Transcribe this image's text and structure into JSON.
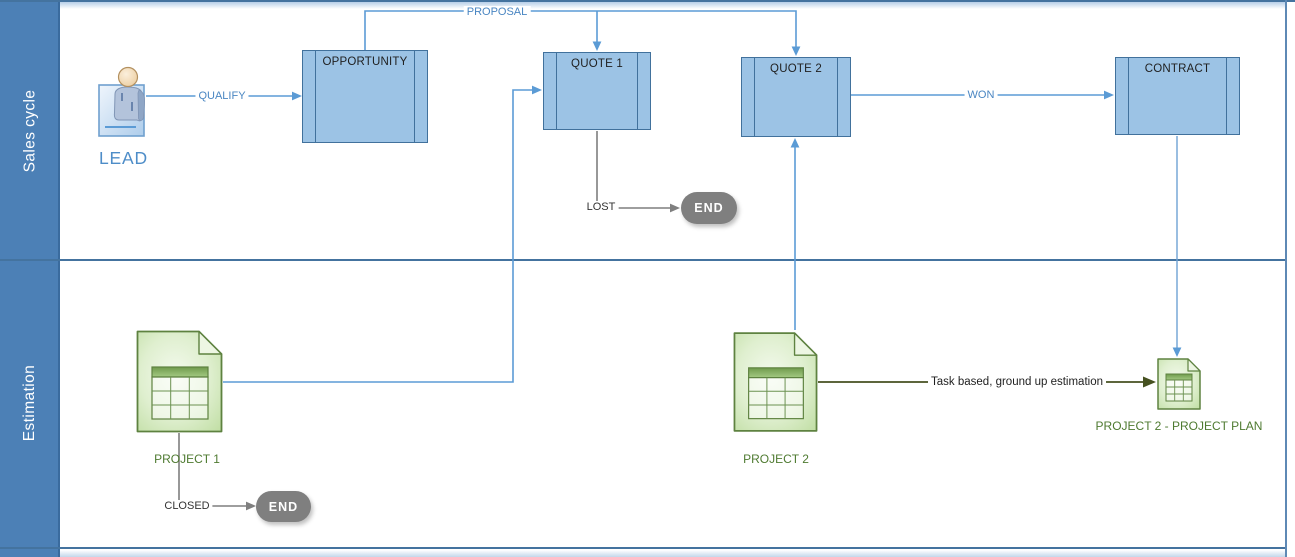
{
  "lanes": [
    {
      "label": "Sales cycle"
    },
    {
      "label": "Estimation"
    }
  ],
  "nodes": {
    "lead": {
      "label": "LEAD",
      "type": "person-icon"
    },
    "opportunity": {
      "label": "OPPORTUNITY",
      "type": "subprocess"
    },
    "quote1": {
      "label": "QUOTE 1",
      "type": "subprocess"
    },
    "quote2": {
      "label": "QUOTE 2",
      "type": "subprocess"
    },
    "contract": {
      "label": "CONTRACT",
      "type": "subprocess"
    },
    "project1": {
      "label": "PROJECT 1",
      "type": "document-icon"
    },
    "project2": {
      "label": "PROJECT 2",
      "type": "document-icon"
    },
    "project2_plan": {
      "label": "PROJECT 2 - PROJECT PLAN",
      "type": "document-icon"
    },
    "end_sales": {
      "label": "END",
      "type": "terminator"
    },
    "end_estimation": {
      "label": "END",
      "type": "terminator"
    }
  },
  "connectors": {
    "qualify": {
      "label": "QUALIFY",
      "from": "LEAD",
      "to": "OPPORTUNITY"
    },
    "proposal": {
      "label": "PROPOSAL",
      "from": "OPPORTUNITY",
      "to": "QUOTE 1 / QUOTE 2"
    },
    "won": {
      "label": "WON",
      "from": "QUOTE 2",
      "to": "CONTRACT"
    },
    "lost": {
      "label": "LOST",
      "from": "QUOTE 1",
      "to": "END"
    },
    "closed": {
      "label": "CLOSED",
      "from": "PROJECT 1",
      "to": "END"
    },
    "task_based": {
      "label": "Task based, ground up estimation",
      "from": "PROJECT 2",
      "to": "PROJECT 2 - PROJECT PLAN"
    }
  },
  "colors": {
    "lane_bar": "#4C80B6",
    "lane_border": "#3A6B9E",
    "process_fill": "#9CC3E5",
    "process_border": "#41719C",
    "connector_blue": "#5B9BD5",
    "connector_gray": "#7F7F7F",
    "connector_olive": "#465120",
    "document_fill": "#D9ECC8",
    "document_border": "#5E8240",
    "terminator_fill": "#7F7F7F",
    "caption_green": "#4E7A30",
    "caption_blue": "#4E8DC8"
  }
}
